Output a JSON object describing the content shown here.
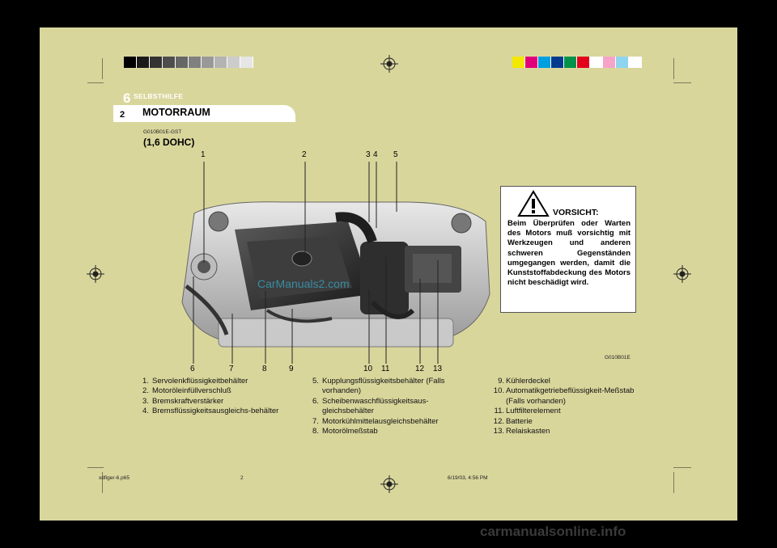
{
  "header": {
    "chapter_number": "6",
    "chapter_title": "SELBSTHILFE",
    "page_number": "2",
    "section_title": "MOTORRAUM"
  },
  "figure": {
    "code_top": "G010B01E-GST",
    "title": "(1,6 DOHC)",
    "code_bottom": "G010B01E",
    "watermark": "CarManuals2.com",
    "callouts": {
      "top": [
        "1",
        "2",
        "3",
        "4",
        "5"
      ],
      "bottom": [
        "6",
        "7",
        "8",
        "9",
        "10",
        "11",
        "12",
        "13"
      ]
    }
  },
  "caution": {
    "title": "VORSICHT:",
    "text": "Beim Überprüfen oder Warten des Motors muß vorsichtig mit Werkzeugen und anderen schweren Gegenständen umgegangen werden, damit die Kunststoffabdeckung des Motors nicht beschädigt wird."
  },
  "legend": {
    "col1": [
      {
        "n": "1.",
        "t": "Servolenkflüssigkeitbehälter"
      },
      {
        "n": "2.",
        "t": "Motoröleinfüllverschluß"
      },
      {
        "n": "3.",
        "t": "Bremskraftverstärker"
      },
      {
        "n": "4.",
        "t": "Bremsflüssigkeitsausgleichs-behälter"
      }
    ],
    "col2": [
      {
        "n": "5.",
        "t": "Kupplungsflüssigkeitsbehälter (Falls vorhanden)"
      },
      {
        "n": "6.",
        "t": "Scheibenwaschflüssigkeitsaus-gleichsbehälter"
      },
      {
        "n": "7.",
        "t": "Motorkühlmittelausgleichsbehälter"
      },
      {
        "n": "8.",
        "t": "Motorölmeßstab"
      }
    ],
    "col3": [
      {
        "n": "9.",
        "t": "Kühlerdeckel"
      },
      {
        "n": "10.",
        "t": "Automatikgetriebeflüssigkeit-Meßstab (Falls vorhanden)"
      },
      {
        "n": "11.",
        "t": "Luftfilterelement"
      },
      {
        "n": "12.",
        "t": "Batterie"
      },
      {
        "n": "13.",
        "t": "Relaiskasten"
      }
    ]
  },
  "footer": {
    "file": "xdfiger-6.p65",
    "page": "2",
    "date": "6/19/03, 4:56 PM",
    "watermark": "carmanualsonline.info"
  },
  "colors": {
    "sheet": "#d9d69c",
    "background": "#000000",
    "tab": "#ffffff",
    "calibration_gray": [
      "#000000",
      "#1a1a1a",
      "#333333",
      "#4d4d4d",
      "#666666",
      "#808080",
      "#999999",
      "#b3b3b3",
      "#cccccc",
      "#e6e6e6"
    ],
    "calibration_color": [
      "#f2e800",
      "#e2007a",
      "#00a0e0",
      "#003b8e",
      "#00924a",
      "#e2001a",
      "#ffffff",
      "#f6a3c7",
      "#8fd4ef",
      "#ffffff"
    ]
  }
}
